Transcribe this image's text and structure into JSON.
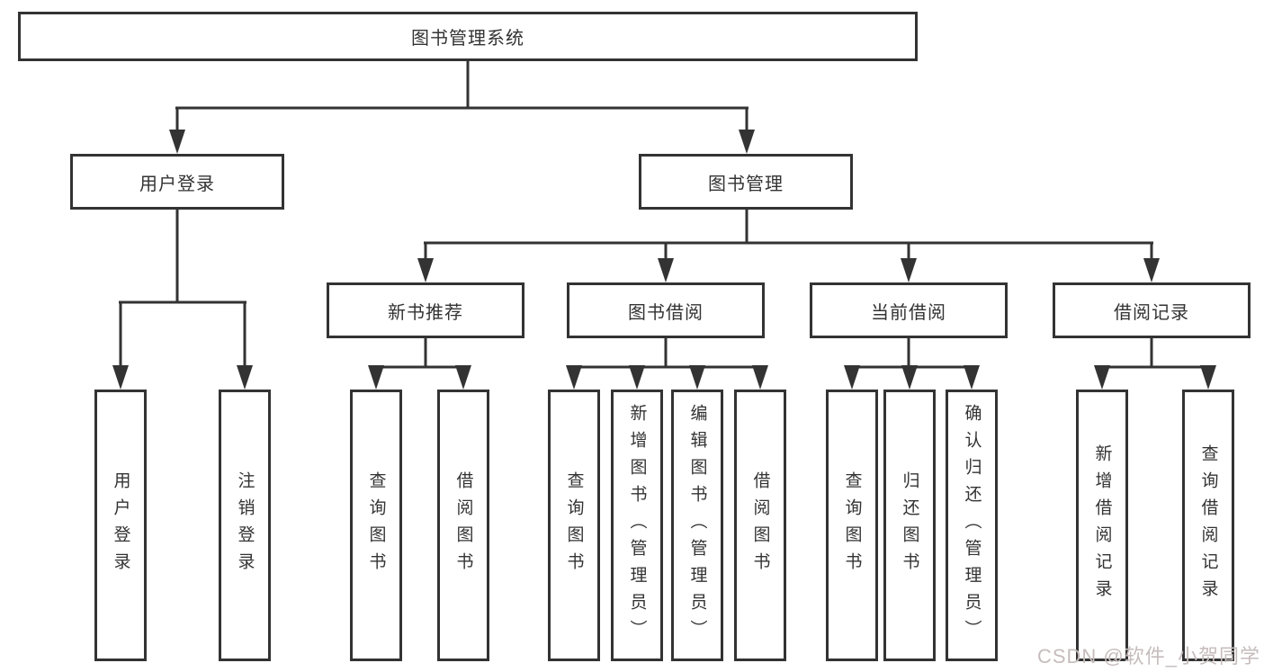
{
  "tree": {
    "root": "图书管理系统",
    "branches": [
      {
        "label": "用户登录",
        "children": [
          "用户登录",
          "注销登录"
        ]
      },
      {
        "label": "图书管理",
        "groups": [
          {
            "label": "新书推荐",
            "children": [
              "查询图书",
              "借阅图书"
            ]
          },
          {
            "label": "图书借阅",
            "children": [
              "查询图书",
              "新增图书（管理员）",
              "编辑图书（管理员）",
              "借阅图书"
            ]
          },
          {
            "label": "当前借阅",
            "children": [
              "查询图书",
              "归还图书",
              "确认归还（管理员）"
            ]
          },
          {
            "label": "借阅记录",
            "children": [
              "新增借阅记录",
              "查询借阅记录"
            ]
          }
        ]
      }
    ]
  },
  "watermark": "CSDN @软件_小贺同学",
  "colors": {
    "line": "#333333",
    "box_border": "#333333",
    "box_fill": "#ffffff",
    "text": "#333333",
    "watermark": "#c6bcbc"
  }
}
